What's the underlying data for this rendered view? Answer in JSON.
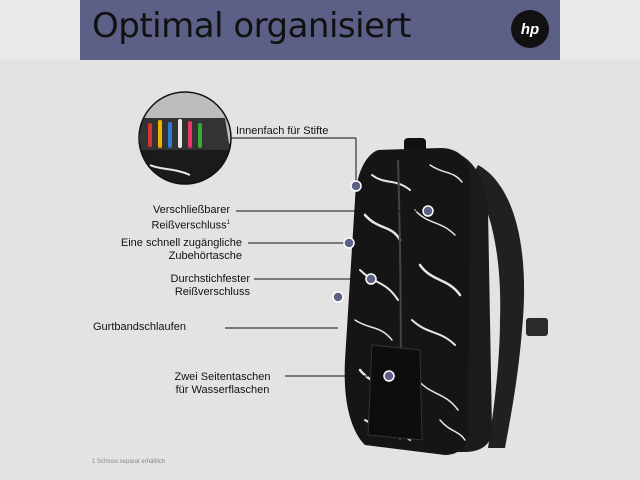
{
  "header": {
    "title": "Optimal organisiert",
    "logo_text": "hp"
  },
  "callouts": {
    "innenfach": "Innenfach für Stifte",
    "verschluss_line1": "Verschließbarer",
    "verschluss_line2": "Reißverschluss",
    "verschluss_sup": "1",
    "zubehoer_line1": "Eine schnell zugängliche",
    "zubehoer_line2": "Zubehörtasche",
    "durchstich_line1": "Durchstichfester",
    "durchstich_line2": "Reißverschluss",
    "gurtband": "Gurtbandschlaufen",
    "seiten_line1": "Zwei Seitentaschen",
    "seiten_line2": "für Wasserflaschen"
  },
  "footnote": "1 Schloss separat erhältlich",
  "colors": {
    "title_band": "#5c5f86",
    "marker": "#5c5f86",
    "background": "#e3e3e3"
  }
}
